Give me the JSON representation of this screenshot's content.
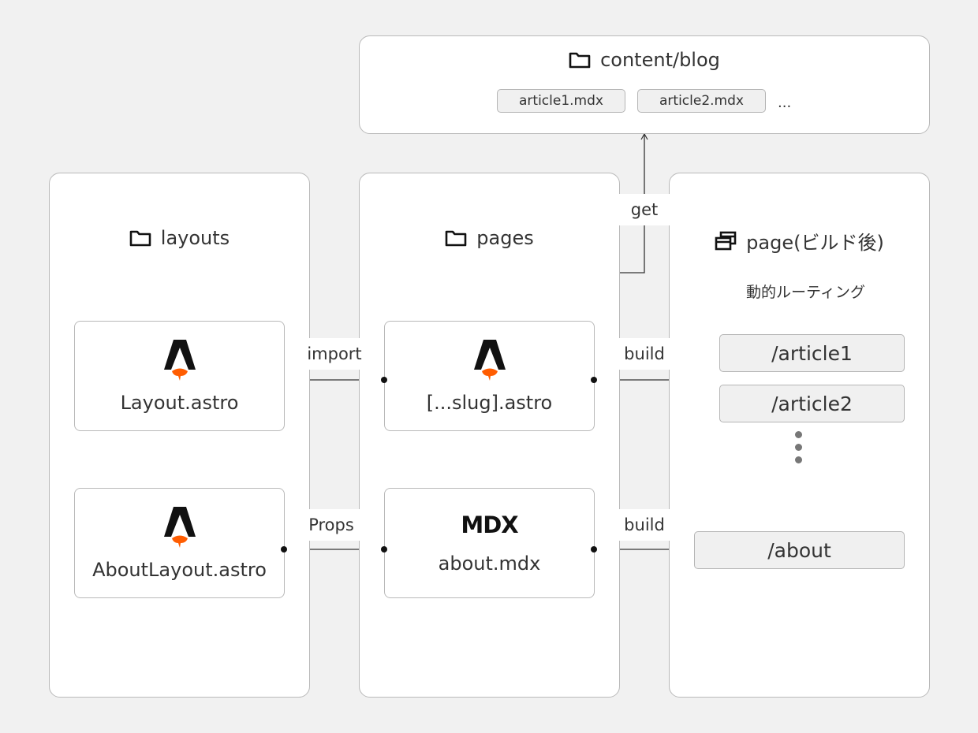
{
  "content_blog": {
    "title": "content/blog",
    "icon": "folder-icon",
    "files": [
      "article1.mdx",
      "article2.mdx"
    ],
    "more": "..."
  },
  "layouts": {
    "title": "layouts",
    "icon": "folder-icon",
    "cards": [
      {
        "name": "Layout.astro",
        "icon": "astro-logo-icon"
      },
      {
        "name": "AboutLayout.astro",
        "icon": "astro-logo-icon"
      }
    ]
  },
  "pages": {
    "title": "pages",
    "icon": "folder-icon",
    "cards": [
      {
        "name": "[...slug].astro",
        "icon": "astro-logo-icon"
      },
      {
        "name": "about.mdx",
        "logo_text": "MDX"
      }
    ]
  },
  "built": {
    "title": "page(ビルド後)",
    "icon": "windows-icon",
    "dynamic_label": "動的ルーティング",
    "routes": [
      "/article1",
      "/article2"
    ],
    "about_route": "/about"
  },
  "edges": {
    "get": "get",
    "import": "import",
    "build_slug": "build",
    "props": "Props",
    "build_about": "build"
  },
  "colors": {
    "background": "#f1f1f1",
    "border": "#b9b9b9",
    "astro_black": "#111111",
    "astro_orange": "#ff5d01"
  }
}
